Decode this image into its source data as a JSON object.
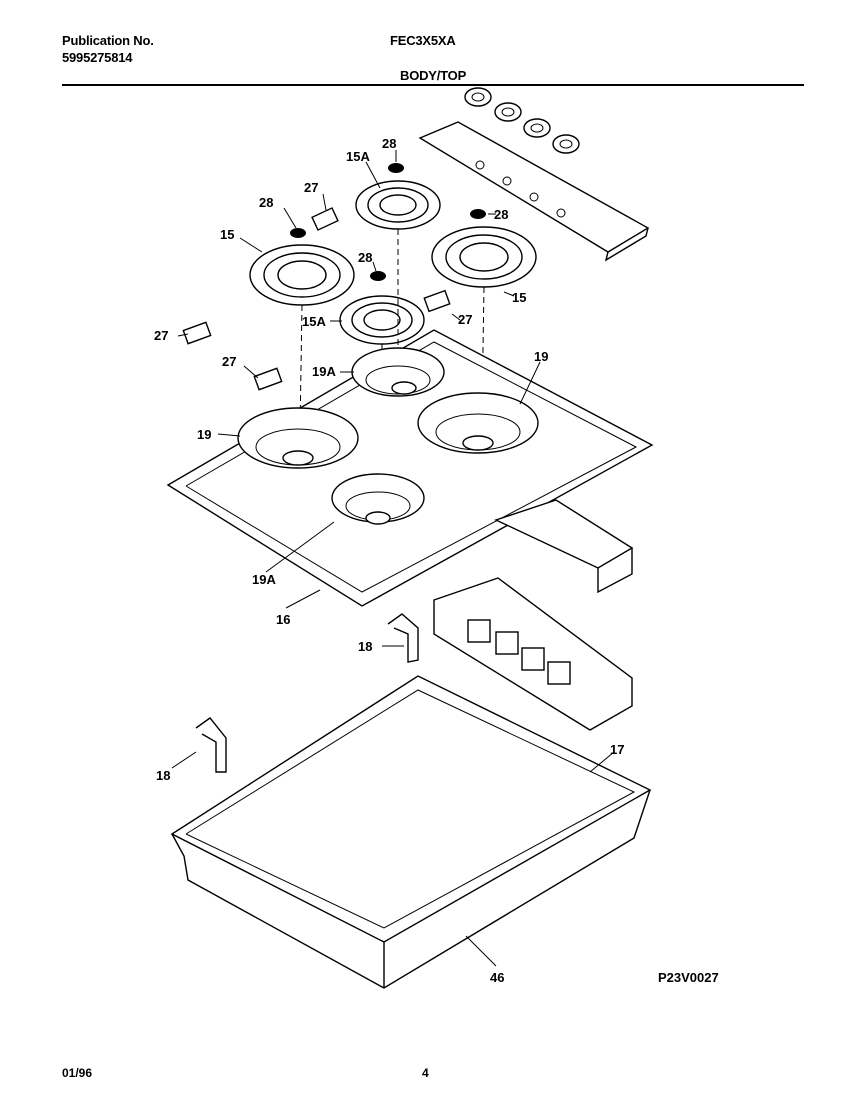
{
  "header": {
    "publication_label": "Publication No.",
    "publication_number": "5995275814",
    "model": "FEC3X5XA",
    "section": "BODY/TOP"
  },
  "callouts": [
    {
      "id": "c28a",
      "text": "28"
    },
    {
      "id": "c15a1",
      "text": "15A"
    },
    {
      "id": "c27a",
      "text": "27"
    },
    {
      "id": "c28b",
      "text": "28"
    },
    {
      "id": "c28c",
      "text": "28"
    },
    {
      "id": "c15l",
      "text": "15"
    },
    {
      "id": "c28d",
      "text": "28"
    },
    {
      "id": "c15r",
      "text": "15"
    },
    {
      "id": "c27l",
      "text": "27"
    },
    {
      "id": "c15a2",
      "text": "15A"
    },
    {
      "id": "c27r",
      "text": "27"
    },
    {
      "id": "c27m",
      "text": "27"
    },
    {
      "id": "c19a1",
      "text": "19A"
    },
    {
      "id": "c19r",
      "text": "19"
    },
    {
      "id": "c19l",
      "text": "19"
    },
    {
      "id": "c19a2",
      "text": "19A"
    },
    {
      "id": "c16",
      "text": "16"
    },
    {
      "id": "c18r",
      "text": "18"
    },
    {
      "id": "c18l",
      "text": "18"
    },
    {
      "id": "c17",
      "text": "17"
    },
    {
      "id": "c46",
      "text": "46"
    }
  ],
  "drawing_code": "P23V0027",
  "footer": {
    "date": "01/96",
    "page": "4"
  }
}
